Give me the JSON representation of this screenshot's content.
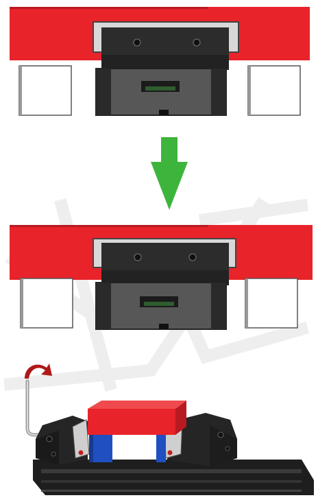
{
  "figure": {
    "description_key": "vise-fixture-assembly",
    "panels": [
      {
        "id": "before",
        "state": "pre-clamp"
      },
      {
        "id": "after",
        "state": "clamped"
      },
      {
        "id": "vise",
        "state": "tighten"
      }
    ],
    "colors": {
      "workpiece_red": "#e8232a",
      "arrow_green": "#3db53d",
      "jaw_dark": "#2c2c2c",
      "jaw_mid": "#555555",
      "parallel_blue": "#1f4fc0",
      "rotate_arrow": "#b01818",
      "watermark": "#eeeeee"
    },
    "icons": [
      "down-arrow-icon",
      "rotate-arrow-icon",
      "hex-key-icon"
    ]
  }
}
